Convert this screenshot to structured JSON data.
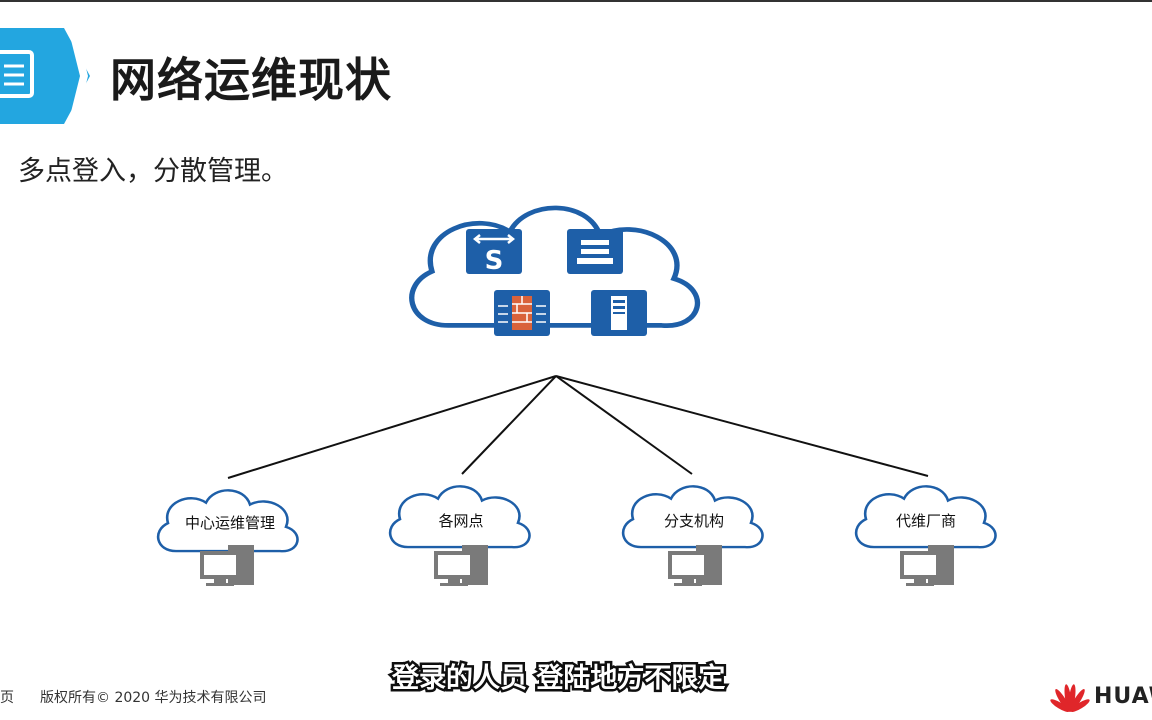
{
  "slide": {
    "title": "网络运维现状",
    "subtitle": "多点登入，分散管理。"
  },
  "diagram": {
    "central_devices": [
      {
        "icon": "switch-icon"
      },
      {
        "icon": "router-icon"
      },
      {
        "icon": "firewall-icon"
      },
      {
        "icon": "server-icon"
      }
    ],
    "sites": [
      {
        "label": "中心运维管理",
        "icon": "computer-icon"
      },
      {
        "label": "各网点",
        "icon": "computer-icon"
      },
      {
        "label": "分支机构",
        "icon": "computer-icon"
      },
      {
        "label": "代维厂商",
        "icon": "computer-icon"
      }
    ]
  },
  "footer": {
    "page_fragment": "页",
    "copyright": "版权所有© 2020 华为技术有限公司",
    "brand": "HUAWEI"
  },
  "caption": "登录的人员 登陆地方不限定",
  "colors": {
    "accent": "#1e5fa8",
    "badge": "#23a6e0",
    "firewall": "#d9623b",
    "computer": "#7a7a7a"
  }
}
